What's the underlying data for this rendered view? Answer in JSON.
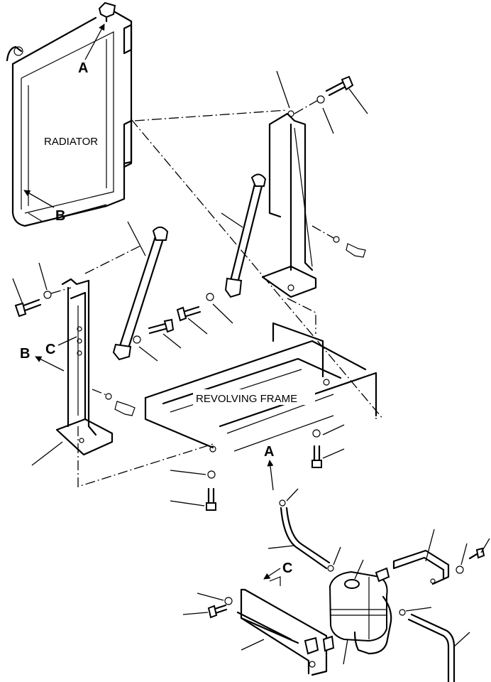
{
  "labels": {
    "radiator": "RADIATOR",
    "revolving_frame": "REVOLVING FRAME",
    "callout_a_top": "A",
    "callout_a_bottom": "A",
    "callout_b_radiator": "B",
    "callout_b_left": "B",
    "callout_c_left": "C",
    "callout_c_bracket": "C"
  }
}
